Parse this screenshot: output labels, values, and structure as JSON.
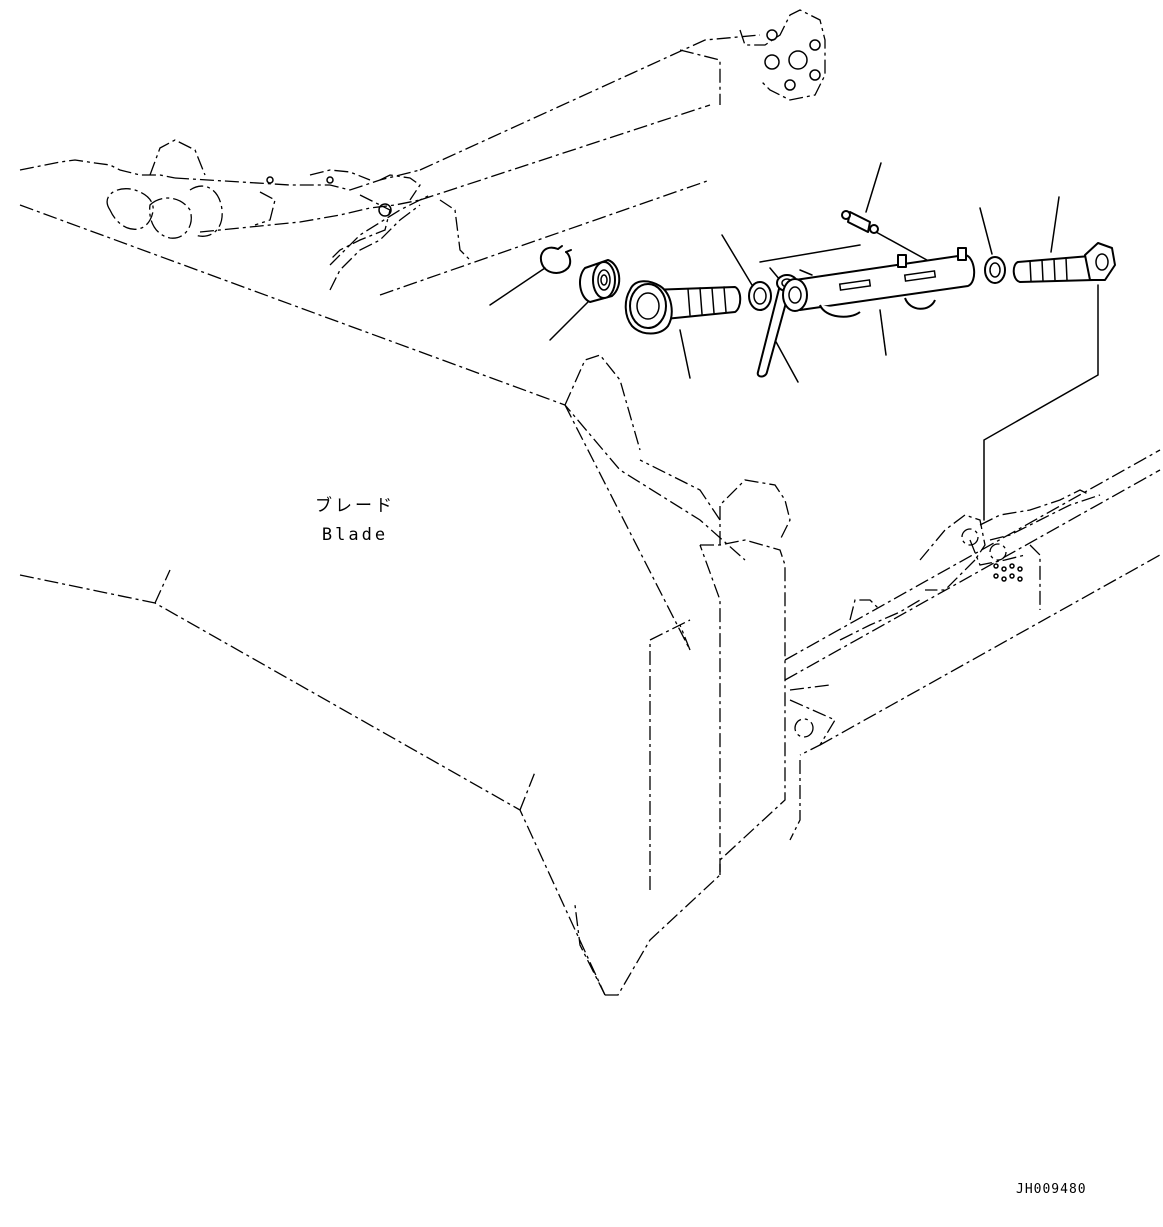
{
  "figure": {
    "blade_label_jp": "ブレード",
    "blade_label_en": "Blade",
    "drawing_id": "JH009480"
  },
  "parts": [
    {
      "name": "snap-ring-icon"
    },
    {
      "name": "bearing-icon"
    },
    {
      "name": "rod-end-ball-joint-icon"
    },
    {
      "name": "washer-icon"
    },
    {
      "name": "pin-icon"
    },
    {
      "name": "grease-fitting-icon"
    },
    {
      "name": "cylinder-body-icon"
    },
    {
      "name": "washer-right-icon"
    },
    {
      "name": "rod-end-eye-icon"
    }
  ],
  "colors": {
    "ink": "#000000",
    "paper": "#ffffff"
  }
}
